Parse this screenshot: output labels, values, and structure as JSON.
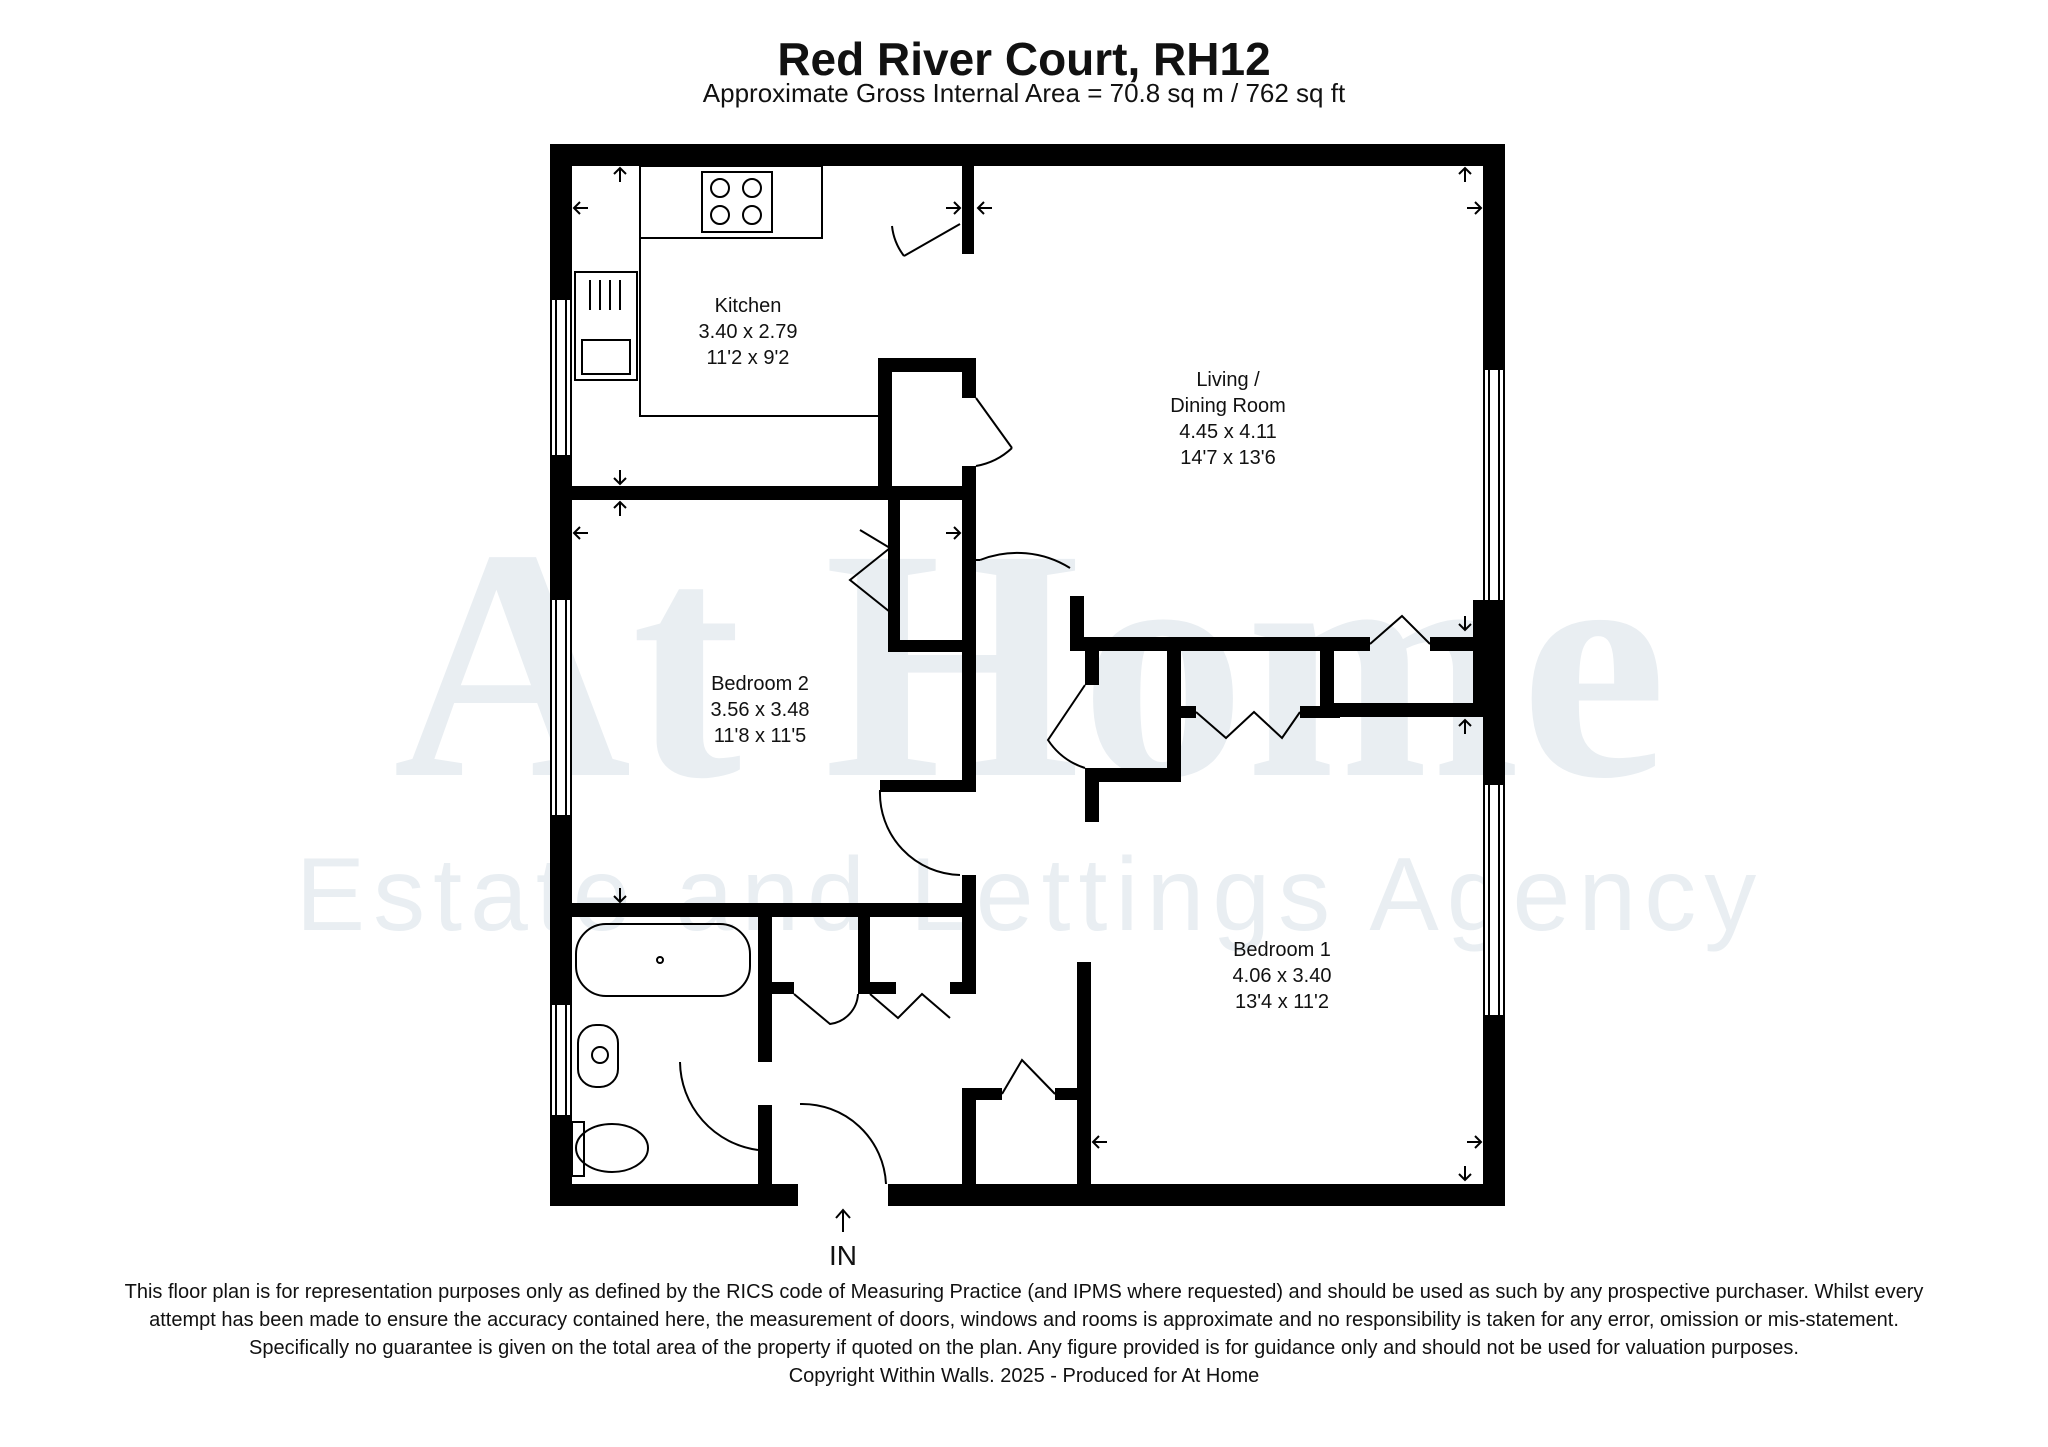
{
  "header": {
    "title": "Red River Court, RH12",
    "subtitle": "Approximate Gross Internal Area = 70.8 sq m / 762 sq ft"
  },
  "watermark": {
    "brand": "At Home",
    "tagline": "Estate and Lettings Agency"
  },
  "rooms": {
    "kitchen": {
      "name": "Kitchen",
      "metric": "3.40 x 2.79",
      "imperial": "11'2 x 9'2"
    },
    "living": {
      "name_line1": "Living /",
      "name_line2": "Dining Room",
      "metric": "4.45 x 4.11",
      "imperial": "14'7 x 13'6"
    },
    "bedroom2": {
      "name": "Bedroom 2",
      "metric": "3.56 x 3.48",
      "imperial": "11'8 x 11'5"
    },
    "bedroom1": {
      "name": "Bedroom 1",
      "metric": "4.06 x 3.40",
      "imperial": "13'4 x 11'2"
    }
  },
  "entrance_label": "IN",
  "footer": {
    "disclaimer": "This floor plan is for representation purposes only as defined by the RICS code of Measuring Practice (and IPMS where requested) and should be used as such by any prospective purchaser. Whilst every attempt has been made to ensure the accuracy contained here, the measurement of doors, windows and rooms is approximate and no responsibility is taken for any error, omission or mis-statement. Specifically no guarantee is given on the total area of the property if quoted on the plan. Any figure provided is for guidance only and should not be used for valuation purposes.",
    "copyright": "Copyright Within Walls. 2025 - Produced for At Home"
  },
  "colors": {
    "wall": "#000000",
    "watermark": "#e9eef2",
    "background": "#ffffff"
  }
}
